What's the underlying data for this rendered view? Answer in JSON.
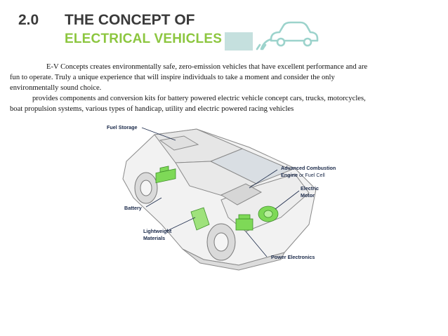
{
  "header": {
    "section_number": "2.0",
    "title_line1": "THE CONCEPT OF",
    "title_line2": "ELECTRICAL VEHICLES"
  },
  "body": {
    "line1": "E-V Concepts creates environmentally safe, zero-emission vehicles that have excellent performance and are",
    "line2": "fun to operate. Truly a unique experience that will inspire individuals to take a moment and consider the only",
    "line3": "environmentally sound choice.",
    "line4": "provides components and conversion kits for battery powered electric vehicle concept cars, trucks, motorcycles,",
    "line5": "boat propulsion systems, various types of handicap, utility and electric powered racing vehicles"
  },
  "diagram": {
    "labels": {
      "fuel_storage": "Fuel Storage",
      "advanced_combustion": "Advanced Combustion",
      "engine": "Engine",
      "or_fuel_cell": " or Fuel Cell",
      "electric": "Electric",
      "motor": "Motor",
      "battery": "Battery",
      "lightweight": "Lightweight",
      "materials": "Materials",
      "power_electronics": "Power Electronics"
    }
  },
  "colors": {
    "title_dark": "#3a3a3a",
    "title_green": "#8cc63f",
    "decoration_teal": "#c5e0de",
    "component_green": "#7ed957",
    "label_navy": "#1b2a4a"
  },
  "icons": [
    "electric-car-plug-icon"
  ]
}
